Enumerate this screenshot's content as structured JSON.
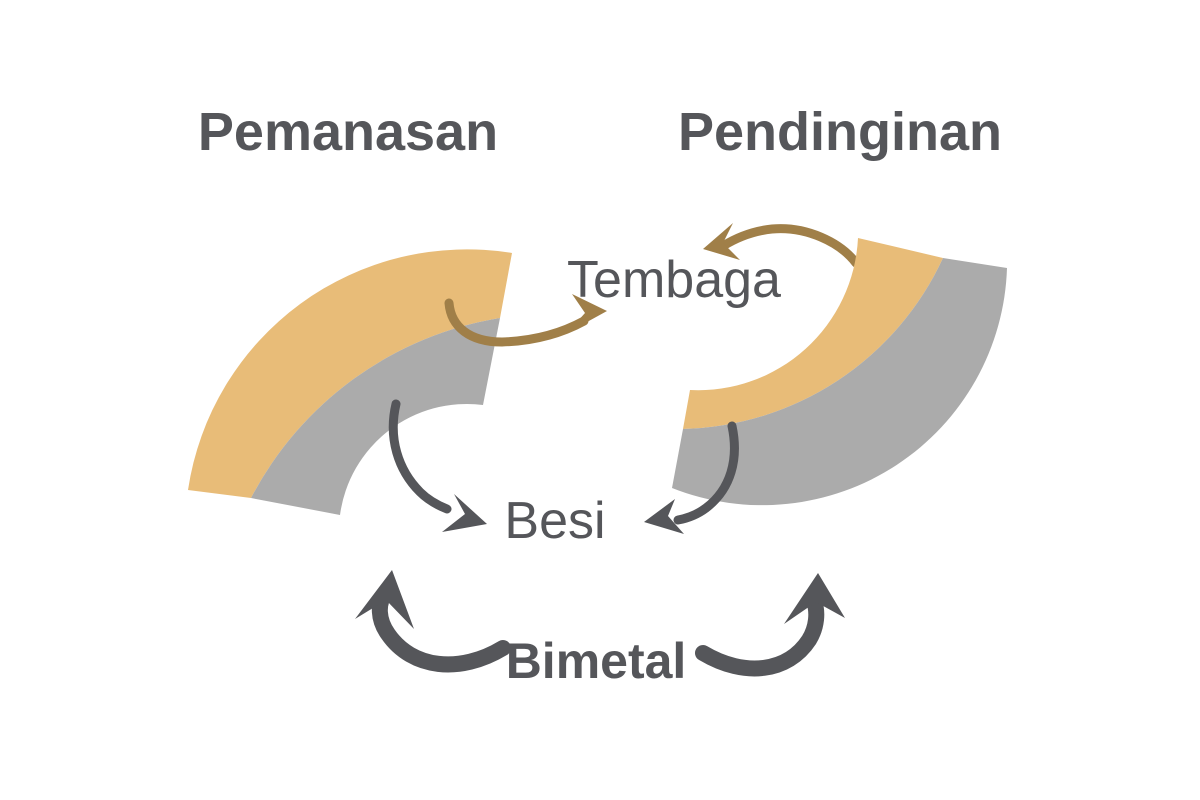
{
  "diagram": {
    "title_left": "Pemanasan",
    "title_right": "Pendinginan",
    "label_copper": "Tembaga",
    "label_iron": "Besi",
    "label_bimetal": "Bimetal"
  },
  "colors": {
    "copper": "#E8BC78",
    "iron": "#ABABAB",
    "ink": "#55565A",
    "brown": "#A07F48",
    "bg": "#FFFFFF"
  }
}
